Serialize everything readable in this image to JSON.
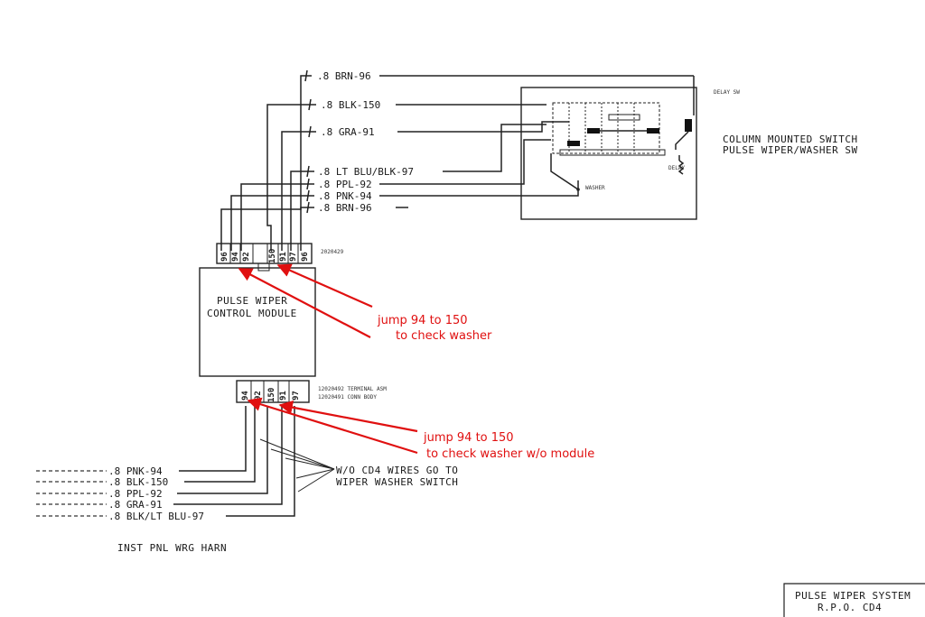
{
  "switch": {
    "title_line1": "COLUMN MOUNTED SWITCH",
    "title_line2": "PULSE WIPER/WASHER SW",
    "delay_label": "DELAY",
    "washer_label": "WASHER",
    "top_label": "DELAY SW"
  },
  "upper_wires": [
    ".8 BRN-96",
    ".8 BLK-150",
    ".8 GRA-91",
    ".8 LT BLU/BLK-97",
    ".8 PPL-92",
    ".8 PNK-94",
    ".8 BRN-96"
  ],
  "module": {
    "title_line1": "PULSE WIPER",
    "title_line2": "CONTROL MODULE",
    "part_top": "2020429",
    "conn_label1": "12020492 TERMINAL ASM",
    "conn_label2": "12020491 CONN BODY",
    "top_pins": [
      "96",
      "94",
      "92",
      "150",
      "91",
      "97",
      "96"
    ],
    "bottom_pins": [
      "94",
      "92",
      "150",
      "91",
      "97"
    ]
  },
  "lower_wires": [
    ".8 PNK-94",
    ".8 BLK-150",
    ".8 PPL-92",
    ".8 GRA-91",
    ".8 BLK/LT BLU-97"
  ],
  "labels": {
    "harness": "INST PNL WRG HARN",
    "wo_cd4_line1": "W/O CD4 WIRES GO TO",
    "wo_cd4_line2": "WIPER WASHER SWITCH",
    "system_line1": "PULSE WIPER SYSTEM",
    "system_line2": "R.P.O. CD4"
  },
  "annotations": {
    "note1_line1": "jump 94 to 150",
    "note1_line2": "to check washer",
    "note2_line1": "jump 94 to 150",
    "note2_line2": "to check washer w/o module",
    "color": "#e01010"
  }
}
